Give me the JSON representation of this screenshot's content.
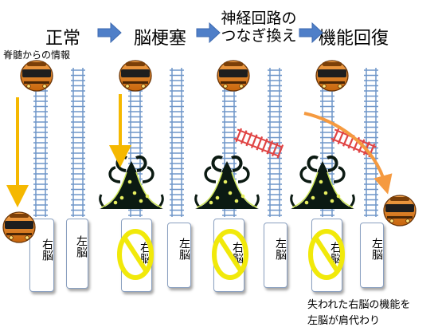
{
  "panels": [
    {
      "title": "正常"
    },
    {
      "title": "脳梗塞"
    },
    {
      "title_line1": "神経回路の",
      "title_line2": "つなぎ換え"
    },
    {
      "title": "機能回復"
    }
  ],
  "signal_label": "脊髄からの情報",
  "right_brain_label": "右脳",
  "left_brain_label": "左脳",
  "note_line1": "失われた右脳の機能を",
  "note_line2": "左脳が肩代わり",
  "colors": {
    "arrow_blue": "#4f7fc8",
    "rail": "#6f96c9",
    "signal_arrow": "#f5b800",
    "recovery_arrow": "#f59a40",
    "train_body": "#d97a16",
    "bridge": "#e04444",
    "no_sign": "#f1e90a",
    "lesion": "#0b1a12"
  },
  "icons": [
    "train-icon",
    "lesion-icon",
    "no-entry-icon",
    "bridge-track-icon",
    "arrow-right-icon"
  ]
}
